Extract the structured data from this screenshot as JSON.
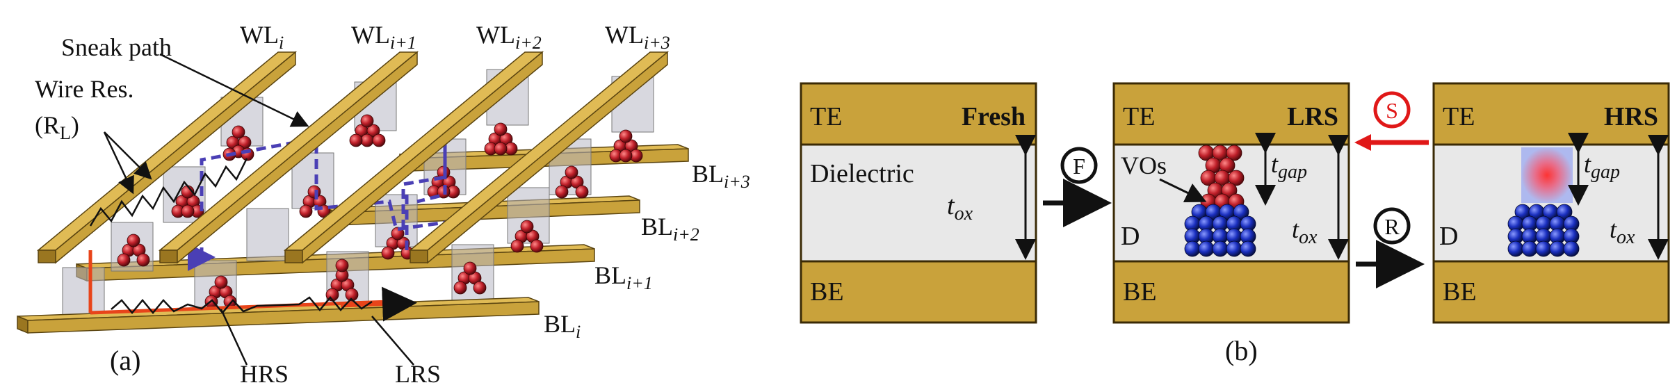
{
  "panel_a": {
    "caption": "(a)",
    "word_lines": [
      "WL",
      "WL",
      "WL",
      "WL"
    ],
    "word_line_subs": [
      "i",
      "i+1",
      "i+2",
      "i+3"
    ],
    "bit_lines": [
      "BL",
      "BL",
      "BL",
      "BL"
    ],
    "bit_line_subs": [
      "i",
      "i+1",
      "i+2",
      "i+3"
    ],
    "sneak_path_label": "Sneak path",
    "wire_res_label": "Wire Res.",
    "wire_res_symbol_open": "(R",
    "wire_res_symbol_sub": "L",
    "wire_res_symbol_close": ")",
    "hrs_label": "HRS",
    "lrs_label": "LRS"
  },
  "panel_b": {
    "caption": "(b)",
    "fresh": {
      "te": "TE",
      "state": "Fresh",
      "dielectric": "Dielectric",
      "tox": "t",
      "tox_sub": "ox",
      "be": "BE"
    },
    "lrs": {
      "te": "TE",
      "state": "LRS",
      "vos": "VOs",
      "tgap": "t",
      "tgap_sub": "gap",
      "tox": "t",
      "tox_sub": "ox",
      "d": "D",
      "be": "BE"
    },
    "hrs": {
      "te": "TE",
      "state": "HRS",
      "tgap": "t",
      "tgap_sub": "gap",
      "tox": "t",
      "tox_sub": "ox",
      "d": "D",
      "be": "BE"
    },
    "ops": {
      "forming": "F",
      "set": "S",
      "reset": "R"
    }
  },
  "colors": {
    "electrode": "#c9a23b",
    "electrode_dark": "#8a6a18",
    "dielectric": "#e8e8e8",
    "vo_red": "#c0202a",
    "vo_blue": "#1a2fbf",
    "sneak": "#4a3fb5",
    "current": "#e8441a",
    "set_red": "#e01818"
  }
}
